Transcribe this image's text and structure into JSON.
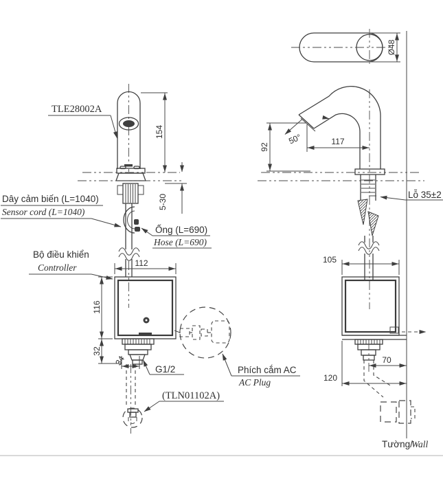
{
  "codes": {
    "product": "TLE28002A",
    "drain": "(TLN01102A)"
  },
  "callouts": {
    "sensor_cord": {
      "vi": "Dây cảm biến (L=1040)",
      "en": "Sensor cord (L=1040)"
    },
    "hose": {
      "vi": "Ống (L=690)",
      "en": "Hose (L=690)"
    },
    "controller": {
      "vi": "Bộ điều khiển",
      "en": "Controller"
    },
    "ac_plug": {
      "vi": "Phích cắm AC",
      "en": "AC Plug"
    },
    "thread": "G1/2",
    "hole": "Lỗ 35±2",
    "wall": {
      "vi": "Tường/",
      "en": "Wall"
    }
  },
  "dims": {
    "spout_height": "154",
    "deck_thickness": "5-30",
    "box_width": "112",
    "box_height": "116",
    "shank_height": "32",
    "shank_width": "34",
    "spout_diameter": "Ø48",
    "outlet_height": "92",
    "reach": "117",
    "angle": "50°",
    "box_depth": "105",
    "center_to_wall": "70",
    "box_to_wall": "120"
  },
  "colors": {
    "line": "#3f3f3f",
    "background": "#ffffff",
    "faint": "#d9d9d9"
  }
}
